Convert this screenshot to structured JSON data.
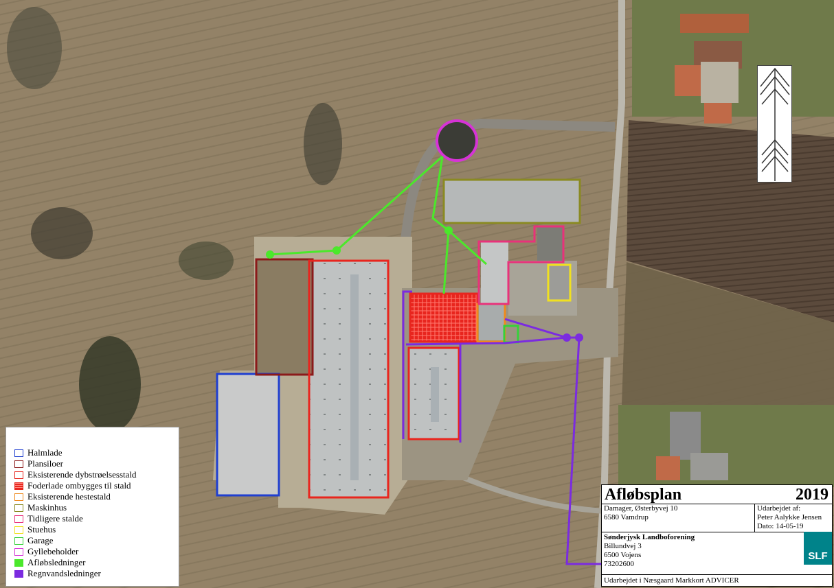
{
  "legend": {
    "items": [
      {
        "label": "Halmlade",
        "color": "#1f3fd0",
        "fill": false
      },
      {
        "label": "Plansiloer",
        "color": "#8b1a1a",
        "fill": false
      },
      {
        "label": "Eksisterende dybstrøelsesstald",
        "color": "#e8251e",
        "fill": false
      },
      {
        "label": "Foderlade ombygges til stald",
        "color": "#e8251e",
        "fill": true
      },
      {
        "label": "Eksisterende hestestald",
        "color": "#f08a1c",
        "fill": false
      },
      {
        "label": "Maskinhus",
        "color": "#8a8a22",
        "fill": false
      },
      {
        "label": "Tidligere stalde",
        "color": "#e8327a",
        "fill": false
      },
      {
        "label": "Stuehus",
        "color": "#f0e020",
        "fill": false
      },
      {
        "label": "Garage",
        "color": "#36d13a",
        "fill": false
      },
      {
        "label": "Gyllebeholder",
        "color": "#d633d6",
        "fill": false
      },
      {
        "label": "Afløbsledninger",
        "color": "#4be82b",
        "fill": true
      },
      {
        "label": "Regnvandsledninger",
        "color": "#7b2be0",
        "fill": true
      }
    ]
  },
  "title_block": {
    "title": "Afløbsplan",
    "year": "2019",
    "address_line1": "Damager, Østerbyvej 10",
    "address_line2": "6580 Vamdrup",
    "prepared_by_label": "Udarbejdet af:",
    "prepared_by_name": "Peter Aalykke Jensen",
    "date": "Dato: 14-05-19",
    "org_name": "Sønderjysk Landboforening",
    "org_street": "Billundvej 3",
    "org_city": "6500 Vojens",
    "org_phone": "73202600",
    "logo": "SLF",
    "footer": "Udarbejdet i Næsgaard Markkort ADVICER"
  }
}
